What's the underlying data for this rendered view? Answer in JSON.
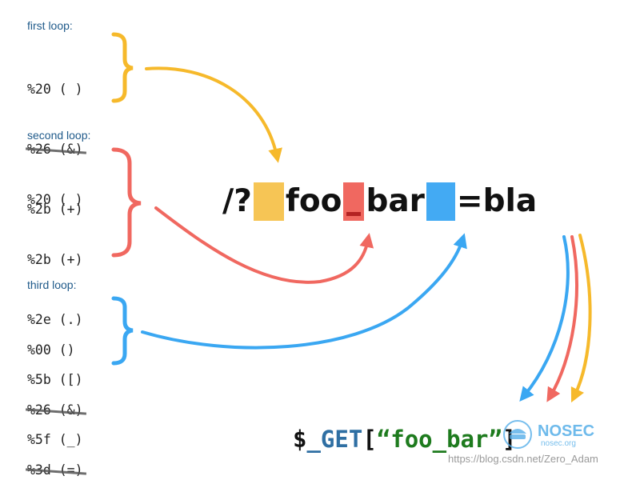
{
  "loops": [
    {
      "label": "first loop:",
      "lines": [
        {
          "text": "%20 ( )",
          "struck": false
        },
        {
          "text": "%26 (&)",
          "struck": true
        },
        {
          "text": "%2b (+)",
          "struck": false
        }
      ]
    },
    {
      "label": "second loop:",
      "lines": [
        {
          "text": "%20 ( )",
          "struck": false
        },
        {
          "text": "%2b (+)",
          "struck": false
        },
        {
          "text": "%2e (.)",
          "struck": false
        },
        {
          "text": "%5b ([)",
          "struck": false
        },
        {
          "text": "%5f (_)",
          "struck": false
        }
      ]
    },
    {
      "label": "third loop:",
      "lines": [
        {
          "text": "%00 ()",
          "struck": false
        },
        {
          "text": "%26 (&)",
          "struck": true
        },
        {
          "text": "%3d (=)",
          "struck": true
        }
      ]
    }
  ],
  "url": {
    "prefix": "/?",
    "part1": "foo",
    "part2": "bar",
    "suffix": "=bla"
  },
  "get_expr": {
    "dollar": "$",
    "keyword": "_GET",
    "open": "[",
    "string": "“foo_bar”",
    "close": "]"
  },
  "colors": {
    "first": "#f6b92b",
    "second": "#f06860",
    "third": "#3aa7f2"
  },
  "watermark": "https://blog.csdn.net/Zero_Adam",
  "logo": {
    "name": "NOSEC",
    "sub": "nosec.org"
  }
}
